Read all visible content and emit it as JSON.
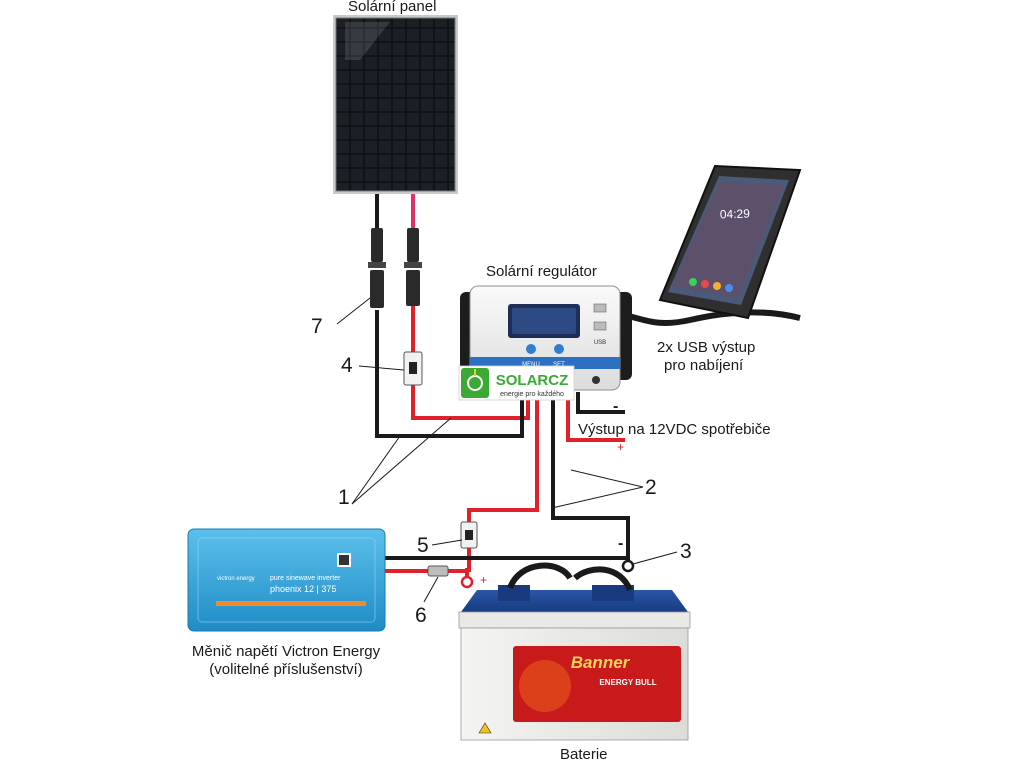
{
  "labels": {
    "solar_panel": "Solární panel",
    "regulator": "Solární regulátor",
    "usb_line1": "2x USB výstup",
    "usb_line2": "pro nabíjení",
    "dc_output": "Výstup na 12VDC spotřebiče",
    "inverter_line1": "Měnič napětí Victron Energy",
    "inverter_line2": "(volitelné příslušenství)",
    "battery": "Baterie"
  },
  "callouts": {
    "n1": "1",
    "n2": "2",
    "n3": "3",
    "n4": "4",
    "n5": "5",
    "n6": "6",
    "n7": "7"
  },
  "polarity": {
    "minus": "-",
    "plus": "+"
  },
  "logo": {
    "brand": "SOLARCZ",
    "tagline": "energie pro každého"
  },
  "device_text": {
    "inverter_brand": "victron energy",
    "inverter_model_line1": "pure sinewave inverter",
    "inverter_model_line2": "phoenix 12 | 375",
    "battery_brand": "Banner",
    "battery_model": "ENERGY BULL",
    "phone_time": "04:29",
    "regulator_usb": "USB",
    "regulator_btn_menu": "MENU",
    "regulator_btn_set": "SET"
  },
  "colors": {
    "wire_red": "#e0202a",
    "wire_black": "#1a1a1a",
    "panel_pink": "#e0306a",
    "inverter_blue": "#2fa3d8",
    "logo_green": "#3aaa35"
  }
}
